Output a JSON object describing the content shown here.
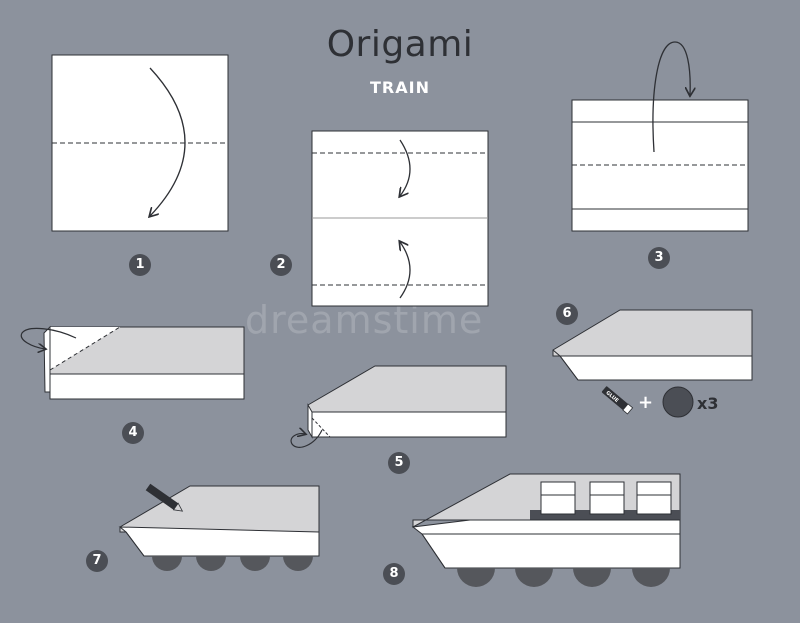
{
  "header": {
    "title": "Origami",
    "subtitle": "TRAIN"
  },
  "watermark": "dreamstime",
  "steps": [
    {
      "number": "1"
    },
    {
      "number": "2"
    },
    {
      "number": "3"
    },
    {
      "number": "4"
    },
    {
      "number": "5"
    },
    {
      "number": "6"
    },
    {
      "number": "7"
    },
    {
      "number": "8"
    }
  ],
  "step6_extras": {
    "glue_label": "GLUE",
    "plus": "+",
    "multiplier": "x3"
  },
  "colors": {
    "background": "#8c929d",
    "paper_white": "#ffffff",
    "paper_gray": "#d4d4d6",
    "wheel": "#55575c",
    "outline": "#2e3035",
    "badge": "#4b4e55"
  }
}
